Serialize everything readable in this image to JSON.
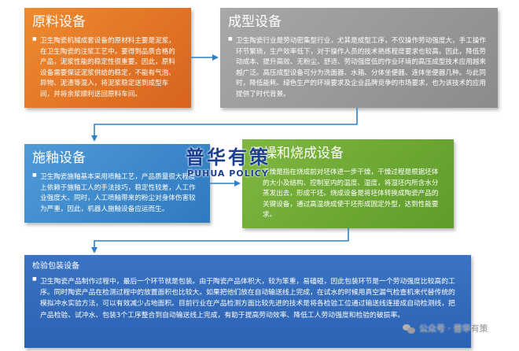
{
  "raw_material": {
    "title": "原料设备",
    "body": "卫生陶瓷机械成套设备的原材料主要是泥浆，在卫生陶瓷的注浆工艺中，要得到品质合格的产品，泥浆性能的稳定性很重要。因此，原料设备需要保证泥浆供给的稳定，不能有气泡、异物、泥渣等混入，将泥浆稳定送到成型车间，并将余浆顺利送回原料车间。"
  },
  "forming": {
    "title": "成型设备",
    "body": "卫生陶瓷行业是劳动密集型行业，尤其是成型工序，不仅操作劳动强度大，手工操作环节繁琐，生产效率低下，对于操作人员的技术熟练程度要求也较高。因此，降低劳动成本、提升高效、无粉尘、舒适、劳动强度低的作业环境的高压成型技术应用越来越广泛。高压成型设备可分为洗面器、水箱、分体坐便器、连体坐便器几种。与此同时，降低能耗、绿色生产的环境要求及企业品牌竞争的市场要求，也为该技术的应用提供了时代背景。"
  },
  "glazing": {
    "title": "施釉设备",
    "body": "卫生陶瓷施釉基本采用喷釉工艺，产品质量很大程度上依赖于施釉工人的手法技巧，稳定性较差，人工作业强度大。同时，人工喷釉带来的粉尘对身体伤害较为严重，因此，机器人施釉设备应运而生。"
  },
  "drying_firing": {
    "title": "干燥和烧成设备",
    "body": "干燥是指在烧成前对坯体进一步干燥，干燥过程是根据坯体的大小及结构、控制室内的温度、湿度，将湿坯内所含水分蒸发出去，形成干坯。烧成设备是将坯体转换成陶瓷产品的关键设备，通过高温烧成使干坯形成固定外型，达到性能要求。"
  },
  "inspection_packing": {
    "title": "检验包装设备",
    "body": "卫生陶瓷产品制作过程中，最后一个环节就是包装。由于陶瓷产品体积大，较为笨重，易磕碰，因此包装环节是一个劳动强度比较高的工序。同时陶瓷产品在检测过程中的放置面积也比较大。如果把他们放在自动输送线上完成，在试水的时候用真空漏气检查机来代替传统的模拟冲水实验方法，可以有效减少占地面积。目前行业在产品检测方面比较先进的技术是将各检验工位通过输送线连接成自动检测线，把产品检验、试冲水、包装3个工序整合到自动输送线上完成，有助于提高劳动效率、降低工人劳动强度和检验的破损率。"
  },
  "logo": {
    "chinese": "普华有策",
    "english": "PUHUA POLICY"
  },
  "watermark": {
    "text": "公众号 · 普华有策",
    "icon": "wechat-icon"
  },
  "colors": {
    "raw_material": "#e07728",
    "forming": "#999999",
    "glazing": "#3e8ccd",
    "drying_firing": "#6fab36",
    "inspection_packing": "#3469bb",
    "arrow": "#2f80c7",
    "logo": "#1c3f8f"
  }
}
